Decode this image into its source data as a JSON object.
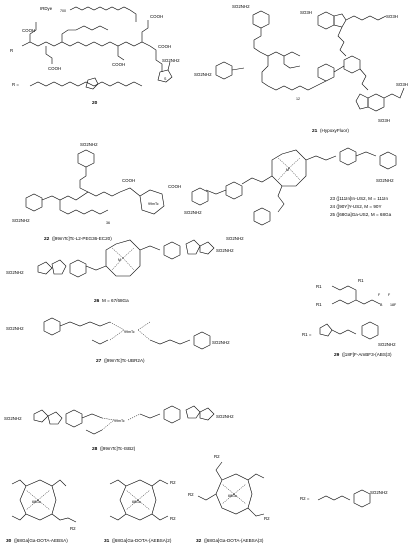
{
  "compounds": {
    "c20": {
      "number": "20",
      "top_label": "IRDye",
      "top_sub": "700",
      "r_label": "R ="
    },
    "c21": {
      "number": "21",
      "name": "(HypoxyFluor)",
      "repeat": "12"
    },
    "c22": {
      "number": "22",
      "name": "([99mTc]Tc-L2-PEG36-EC20)",
      "repeat": "36"
    },
    "c23_25": {
      "l23": "23 ([111In]In-US2, M = 111In",
      "l24": "24 ([90Y]Y-US2, M = 90Y",
      "l25": "25 ([68Ga]Ga-US2, M = 68Ga",
      "metal": "M"
    },
    "c26": {
      "number": "26",
      "label": "M = 67/68Ga",
      "metal": "M"
    },
    "c27": {
      "number": "27",
      "name": "([99mTc]Tc-UBR2A)",
      "metal": "99mTc"
    },
    "c28": {
      "number": "28",
      "name": "([99mTc]Tc-ISB2)",
      "metal": "99mTc"
    },
    "c29": {
      "number": "29",
      "name": "([18F]F-AmBF3-(ABS)3)",
      "r_label": "R1 =",
      "atoms": {
        "b": "B",
        "f": "F",
        "f18": "18F"
      }
    },
    "c30": {
      "number": "30",
      "name": "([68Ga]Ga-DOTA-AEBSA)",
      "metal": "68Ga"
    },
    "c31": {
      "number": "31",
      "name": "([68Ga]Ga-DOTA-(AEBSA)2)",
      "metal": "68Ga"
    },
    "c32": {
      "number": "32",
      "name": "([68Ga]Ga-DOTA-(AEBSA)3)",
      "metal": "68Ga",
      "r2": "R2 ="
    },
    "groups": {
      "so2nh2": "SO2NH2",
      "cooh": "COOH",
      "r": "R",
      "r1": "R1",
      "r2": "R2",
      "o": "O",
      "h": "H",
      "n": "N",
      "s": "S",
      "so3h": "SO3H"
    }
  }
}
